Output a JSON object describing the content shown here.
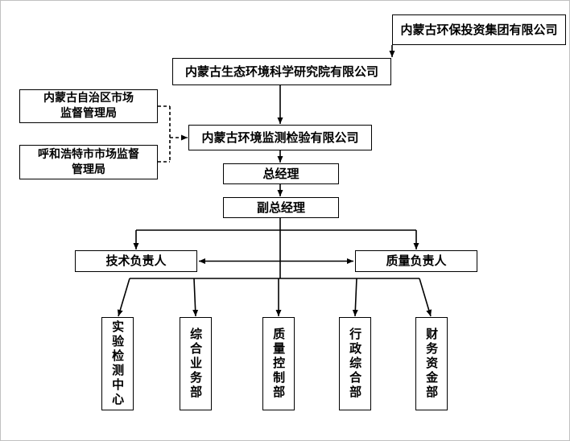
{
  "diagram": {
    "parent_group": "内蒙古环保投资集团有限公司",
    "research_institute": "内蒙古生态环境科学研究院有限公司",
    "region_market_bureau": "内蒙古自治区市场\n监督管理局",
    "hohhot_market_bureau": "呼和浩特市市场监督\n管理局",
    "company": "内蒙古环境监测检验有限公司",
    "general_manager": "总经理",
    "deputy_general_manager": "副总经理",
    "technical_lead": "技术负责人",
    "quality_lead": "质量负责人",
    "departments": [
      {
        "label": "实验检测中心"
      },
      {
        "label": "综合业务部"
      },
      {
        "label": "质量控制部"
      },
      {
        "label": "行政综合部"
      },
      {
        "label": "财务资金部"
      }
    ],
    "line_colors": {
      "connector": "#000000"
    }
  }
}
